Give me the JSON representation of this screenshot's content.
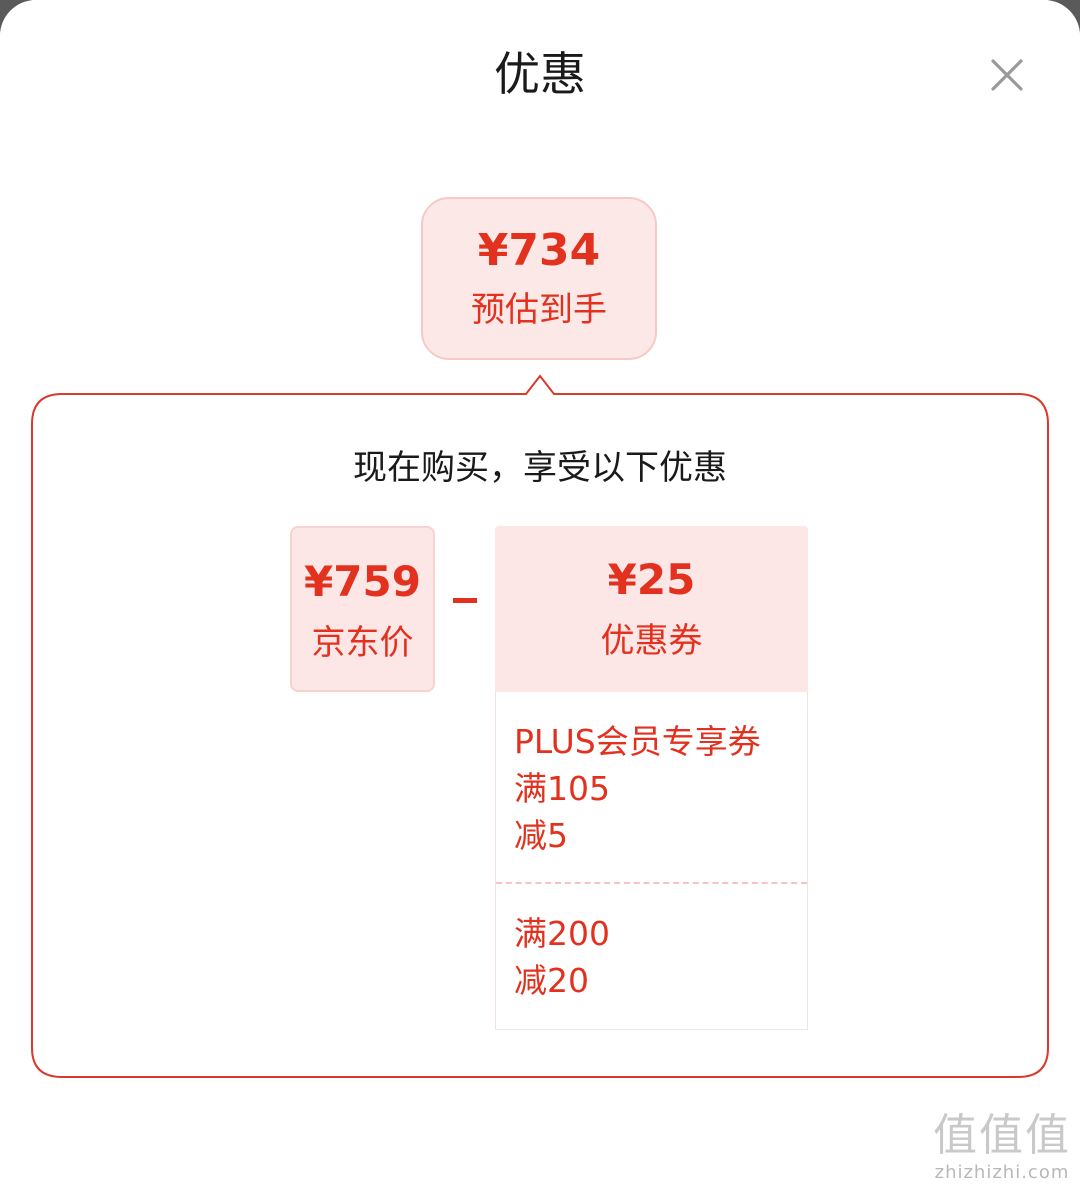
{
  "dialog": {
    "title": "优惠",
    "close_icon": "close-icon"
  },
  "estimate": {
    "amount": "¥734",
    "label": "预估到手"
  },
  "panel": {
    "heading": "现在购买，享受以下优惠"
  },
  "jd_price": {
    "amount": "¥759",
    "label": "京东价"
  },
  "operator": "minus",
  "coupon": {
    "amount": "¥25",
    "label": "优惠券",
    "items": [
      {
        "lines": [
          "PLUS会员专享券",
          "满105",
          "减5"
        ]
      },
      {
        "lines": [
          "满200",
          "减20"
        ]
      }
    ]
  },
  "watermark": {
    "glyphs": "值值值",
    "domain": "zhizhizhi.com"
  },
  "colors": {
    "accent": "#e2321f",
    "soft_fill": "#fde6e6",
    "panel_border": "#d93a2b"
  }
}
